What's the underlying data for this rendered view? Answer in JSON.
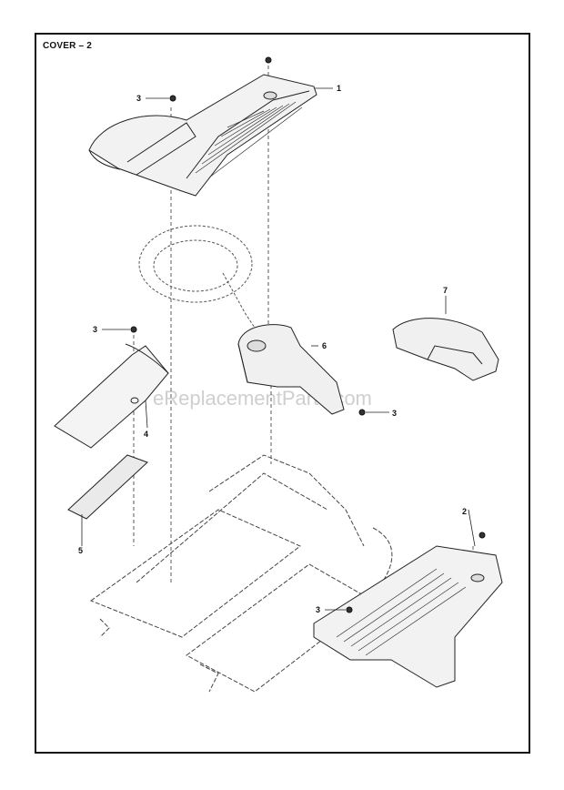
{
  "title": "COVER – 2",
  "watermark": "eReplacementParts.com",
  "callouts": {
    "c1": "1",
    "c2": "2",
    "c3a": "3",
    "c3b": "3",
    "c3c": "3",
    "c3d": "3",
    "c4": "4",
    "c5": "5",
    "c6": "6",
    "c7": "7"
  }
}
